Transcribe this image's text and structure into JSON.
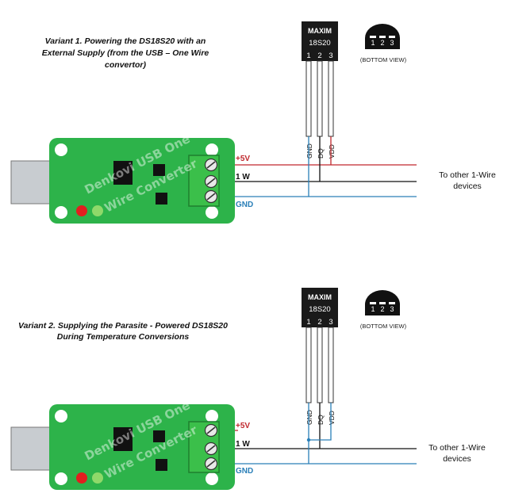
{
  "variant1": {
    "caption_line1": "Variant 1. Powering the DS18S20 with an",
    "caption_line2": "External Supply (from the USB – One Wire",
    "caption_line3": "convertor)",
    "label_5v": "+5V",
    "label_1w": "1 W",
    "label_gnd": "GND",
    "other_line1": "To other 1-Wire",
    "other_line2": "devices",
    "chip_brand": "MAXIM",
    "chip_model": "18S20",
    "pin_numbers": [
      "1",
      "2",
      "3"
    ],
    "pin_labels": [
      "GND",
      "DQ",
      "VDD"
    ],
    "bottom_view": "(BOTTOM VIEW)",
    "bottom_pins": [
      "1",
      "2",
      "3"
    ],
    "watermark_line1": "Denkovi USB One",
    "watermark_line2": "Wire Converter"
  },
  "variant2": {
    "caption_line1": "Variant 2. Supplying the Parasite - Powered DS18S20",
    "caption_line2": "During Temperature Conversions",
    "label_5v": "+5V",
    "label_1w": "1 W",
    "label_gnd": "GND",
    "other_line1": "To other 1-Wire",
    "other_line2": "devices",
    "chip_brand": "MAXIM",
    "chip_model": "18S20",
    "pin_numbers": [
      "1",
      "2",
      "3"
    ],
    "pin_labels": [
      "GND",
      "DQ",
      "VDD"
    ],
    "bottom_view": "(BOTTOM VIEW)",
    "bottom_pins": [
      "1",
      "2",
      "3"
    ],
    "watermark_line1": "Denkovi USB One",
    "watermark_line2": "Wire Converter"
  },
  "colors": {
    "pcb": "#2db34a",
    "wire_5v": "#c0282d",
    "wire_1w": "#111111",
    "wire_gnd": "#2a7fb8",
    "label_5v": "#c0282d",
    "label_gnd": "#2a7fb8"
  }
}
